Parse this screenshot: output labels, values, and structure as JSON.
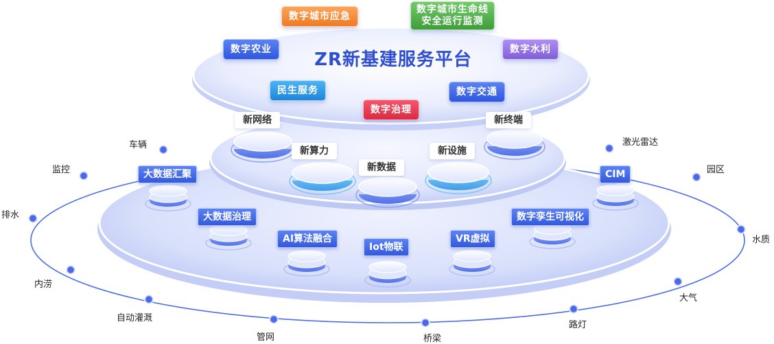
{
  "title": "ZR新基建服务平台",
  "top_apps": {
    "emergency": "数字城市应急",
    "lifeline_line1": "数字城市生命线",
    "lifeline_line2": "安全运行监测",
    "agriculture": "数字农业",
    "water": "数字水利",
    "livelihood": "民生服务",
    "traffic": "数字交通",
    "governance": "数字治理"
  },
  "middle_layer": {
    "network": "新网络",
    "terminal": "新终端",
    "computing": "新算力",
    "facility": "新设施",
    "data": "新数据"
  },
  "bottom_layer": {
    "big_data_collect": "大数据汇聚",
    "cim": "CIM",
    "big_data_govern": "大数据治理",
    "digital_twin": "数字孪生可视化",
    "ai_fusion": "AI算法融合",
    "iot": "Iot物联",
    "vr": "VR虚拟"
  },
  "outer_ring": [
    "车辆",
    "激光雷达",
    "监控",
    "园区",
    "排水",
    "水质",
    "内涝",
    "大气",
    "自动灌溉",
    "路灯",
    "管网",
    "桥梁"
  ],
  "colors": {
    "accent": "#2f4fd0",
    "ring": "#4a6ce8"
  }
}
